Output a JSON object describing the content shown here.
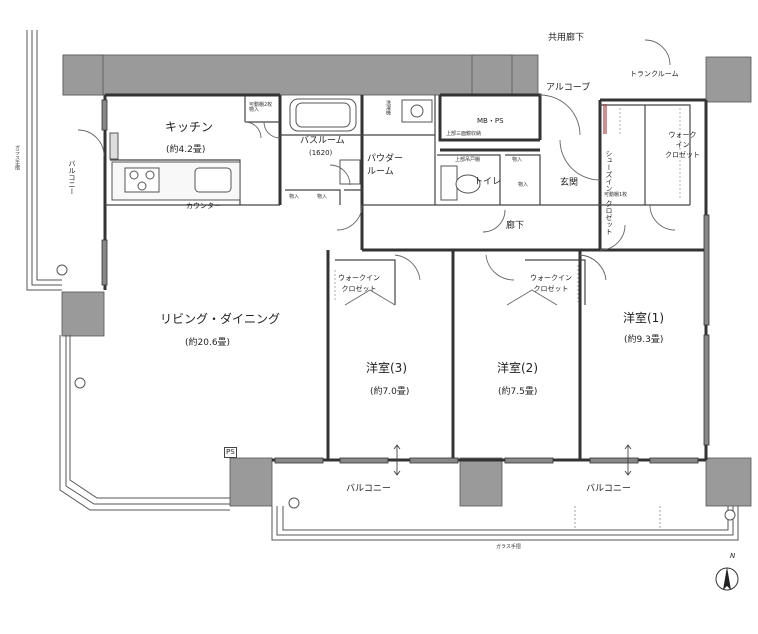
{
  "rooms": {
    "kitchen": {
      "name": "キッチン",
      "area": "(約4.2畳)"
    },
    "bathroom": {
      "name": "バスルーム",
      "size": "(1620)"
    },
    "powder": {
      "name": "パウダールーム"
    },
    "toilet": {
      "name": "トイレ"
    },
    "entrance": {
      "name": "玄関"
    },
    "hallway": {
      "name": "廊下"
    },
    "living": {
      "name": "リビング・ダイニング",
      "area": "(約20.6畳)"
    },
    "western1": {
      "name": "洋室(1)",
      "area": "(約9.3畳)"
    },
    "western2": {
      "name": "洋室(2)",
      "area": "(約7.5畳)"
    },
    "western3": {
      "name": "洋室(3)",
      "area": "(約7.0畳)"
    }
  },
  "exterior": {
    "common_corridor": "共用廊下",
    "alcove": "アルコーブ",
    "trunk_room": "トランクルーム",
    "mb_ps": "MB・PS",
    "balcony_left": "バルコニー",
    "balcony_bottom_1": "バルコニー",
    "balcony_bottom_2": "バルコニー",
    "glass_rail_left": "ガラス手摺",
    "glass_rail_bottom": "ガラス手摺",
    "ps": "PS"
  },
  "fixtures": {
    "counter": "カウンター",
    "storage_kitchen": "可動棚2枚\n物入",
    "wic_1": "ウォーク\nイン\nクロゼット",
    "wic_2": "ウォークイン\nクロゼット",
    "wic_3": "ウォークイン\nクロゼット",
    "shoe_closet": "シューズイン\nクロゼット",
    "storage_toilet_1": "物入",
    "storage_toilet_2": "物入",
    "toilet_shelf": "上部吊戸棚",
    "mbps_note": "上部三面鏡収納",
    "washer": "洗濯機",
    "storage_bath_1": "物入",
    "storage_bath_2": "物入",
    "shelf_note": "可動棚1枚"
  },
  "compass": {
    "north": "N"
  }
}
